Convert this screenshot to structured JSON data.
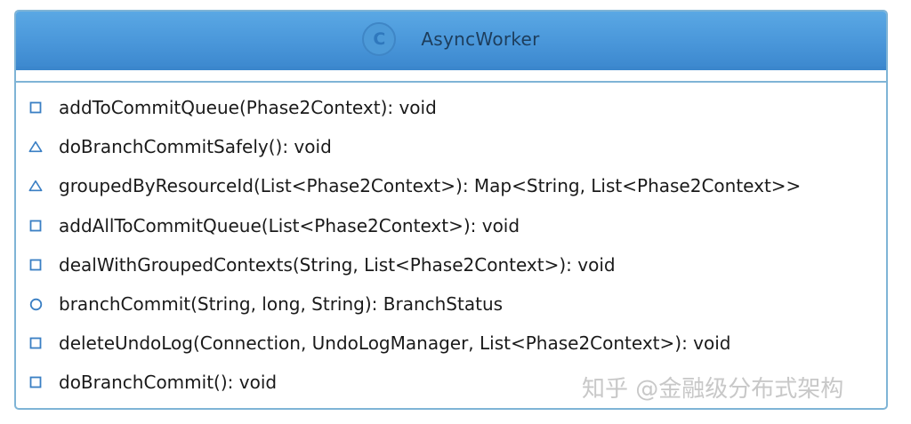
{
  "class_box": {
    "icon_letter": "C",
    "name": "AsyncWorker",
    "methods": [
      {
        "visibility": "package",
        "signature": "addToCommitQueue(Phase2Context): void"
      },
      {
        "visibility": "protected",
        "signature": "doBranchCommitSafely(): void"
      },
      {
        "visibility": "protected",
        "signature": "groupedByResourceId(List<Phase2Context>): Map<String, List<Phase2Context>>"
      },
      {
        "visibility": "package",
        "signature": "addAllToCommitQueue(List<Phase2Context>): void"
      },
      {
        "visibility": "package",
        "signature": "dealWithGroupedContexts(String, List<Phase2Context>): void"
      },
      {
        "visibility": "public",
        "signature": "branchCommit(String, long, String): BranchStatus"
      },
      {
        "visibility": "package",
        "signature": "deleteUndoLog(Connection, UndoLogManager, List<Phase2Context>): void"
      },
      {
        "visibility": "package",
        "signature": "doBranchCommit(): void"
      }
    ]
  },
  "watermark": "知乎 @金融级分布式架构",
  "colors": {
    "header": "#4a97da",
    "border": "#7fb4d6",
    "icon_stroke": "#3a7fc4"
  }
}
